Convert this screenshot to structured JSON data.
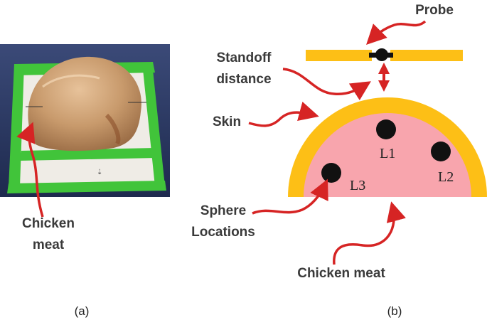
{
  "panel_a": {
    "caption": "(a)",
    "label_line1": "Chicken",
    "label_line2": "meat"
  },
  "panel_b": {
    "caption": "(b)",
    "probe_label": "Probe",
    "standoff_line1": "Standoff",
    "standoff_line2": "distance",
    "skin_label": "Skin",
    "sphere_line1": "Sphere",
    "sphere_line2": "Locations",
    "meat_label": "Chicken meat",
    "locations": [
      "L1",
      "L2",
      "L3"
    ]
  },
  "colors": {
    "skin": "#fdbf16",
    "meat": "#f8a5ad",
    "arrow": "#d62424",
    "sphere": "#111111",
    "probe": "#fdbf16",
    "tape": "#41c43a"
  }
}
